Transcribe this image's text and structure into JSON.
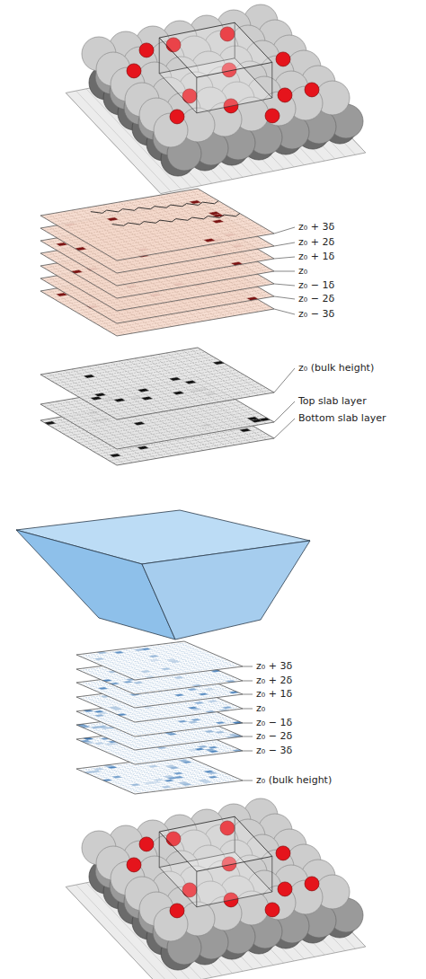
{
  "diagram": {
    "labels": [
      "z₀ + 3δ",
      "z₀ + 2δ",
      "z₀ + 1δ",
      "z₀",
      "z₀ − 1δ",
      "z₀ − 2δ",
      "z₀ − 3δ",
      "z₀ (bulk height)",
      "Top slab layer",
      "Bottom slab layer",
      "z₀ + 3δ",
      "z₀ + 2δ",
      "z₀ + 1δ",
      "z₀",
      "z₀ − 1δ",
      "z₀ − 2δ",
      "z₀ − 3δ",
      "z₀ (bulk height)"
    ]
  }
}
